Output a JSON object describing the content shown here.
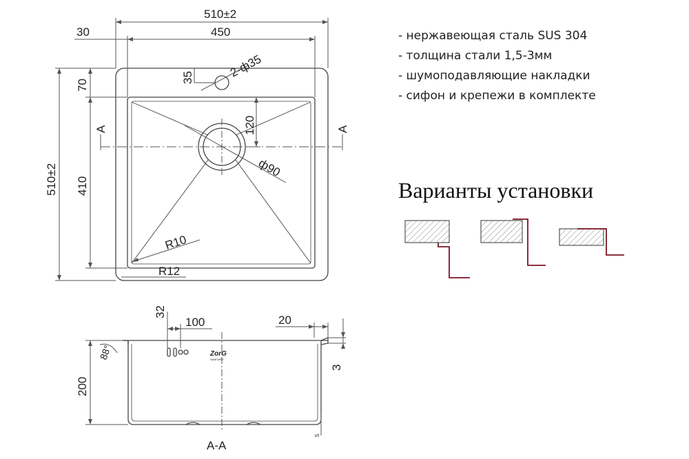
{
  "features": [
    "- нержавеющая сталь SUS 304",
    "- толщина стали 1,5-3мм",
    "- шумоподавляющие накладки",
    "- сифон и крепежи в комплекте"
  ],
  "install_title": "Варианты установки",
  "top_view": {
    "width_total": "510±2",
    "width_inner": "450",
    "flange_width": "30",
    "height_total": "510±2",
    "bowl_height": "410",
    "top_offset": "70",
    "tap_hole_offset": "35",
    "tap_hole_label": "2-ф35",
    "drain_offset": "120",
    "drain_diameter": "ф90",
    "corner_inner_radius": "R10",
    "corner_outer_radius": "R12",
    "section_mark_left": "A",
    "section_mark_right": "A"
  },
  "section_view": {
    "depth": "200",
    "rim_offset": "32",
    "overflow_distance": "100",
    "rim_width": "20",
    "rim_thickness": "3",
    "angle": "88°",
    "bottom_gap": "5",
    "section_label": "A-A",
    "logo_text": "ZorG",
    "logo_subtext": "SANITARY"
  },
  "colors": {
    "line": "#444444",
    "dim_line": "#555555",
    "countertop_edge": "#7a1425"
  }
}
